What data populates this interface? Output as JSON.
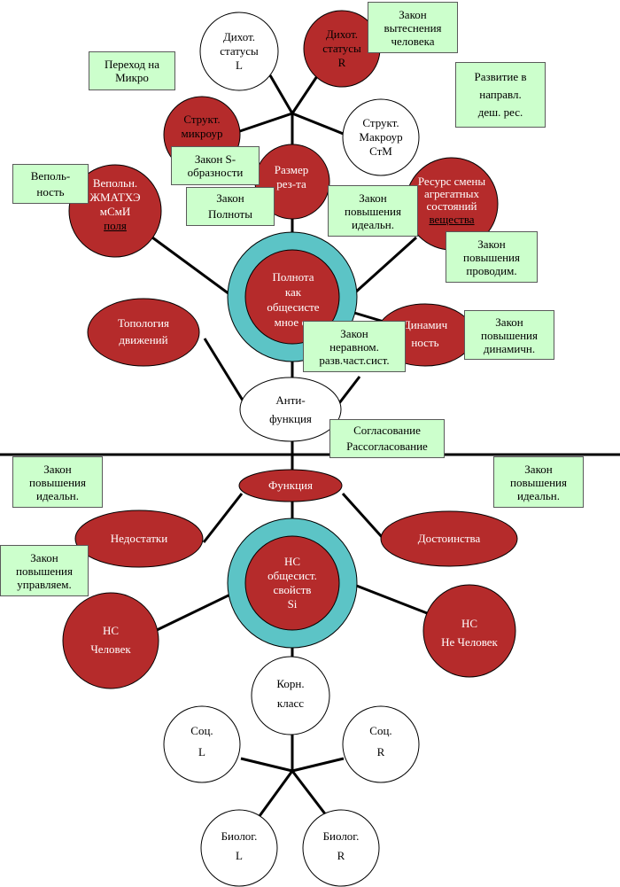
{
  "colors": {
    "red_node": "#b52b2b",
    "ring": "#5cc4c6",
    "box_fill": "#ccffcc",
    "line": "#000000"
  },
  "nodes": {
    "dichot_l": "Дихот.\nстатусы\nL",
    "dichot_r": "Дихот.\nстатусы\nR",
    "struct_micro": "Структ.\nмикроур",
    "struct_macro": "Структ.\nМакроур\nСтМ",
    "size_result": "Размер\nрез-та",
    "vepoln_main": "Вепольн.\nЖМАТХЭ\nмСмИ",
    "vepoln_underline": "поля",
    "resource_main": "Ресурс смены\nагрегатных\nсостояний",
    "resource_underline": "вещества",
    "completeness": "Полнота\nкак\nобщесисте\nмное св",
    "topology": "Топология\nдвижений",
    "dynamics": "Динамич\nность",
    "antifunction": "Анти-\nфункция",
    "function": "Функция",
    "drawbacks": "Недостатки",
    "advantages": "Достоинства",
    "ns_system": "НС\nобщесист.\nсвойств\nSi",
    "ns_human": "НС\nЧеловек",
    "ns_nonhuman": "НС\nНе Человек",
    "root_class": "Корн.\nкласс",
    "soc_l": "Соц.\nL",
    "soc_r": "Соц.\nR",
    "bio_l": "Биолог.\nL",
    "bio_r": "Биолог.\nR"
  },
  "labels": {
    "law_displacement_human": "Закон\nвытеснения\nчеловека",
    "transition_micro": "Переход на\nМикро",
    "cheap_resources": "Развитие в\nнаправл.\nдеш. рес.",
    "vepolnost": "Веполь-\nность",
    "law_s_shape": "Закон S-\nобразности",
    "law_completeness": "Закон\nПолноты",
    "law_ideality_top": "Закон\nповышения\nидеальн.",
    "law_conductivity": "Закон\nповышения\nпроводим.",
    "law_dynamics": "Закон\nповышения\nдинамичн.",
    "law_uneven": "Закон\nнеравном.\nразв.част.сист.",
    "coordination": "Согласование\nРассогласование",
    "law_ideality_left": "Закон\nповышения\nидеальн.",
    "law_ideality_right": "Закон\nповышения\nидеальн.",
    "law_controllability": "Закон\nповышения\nуправляем."
  }
}
